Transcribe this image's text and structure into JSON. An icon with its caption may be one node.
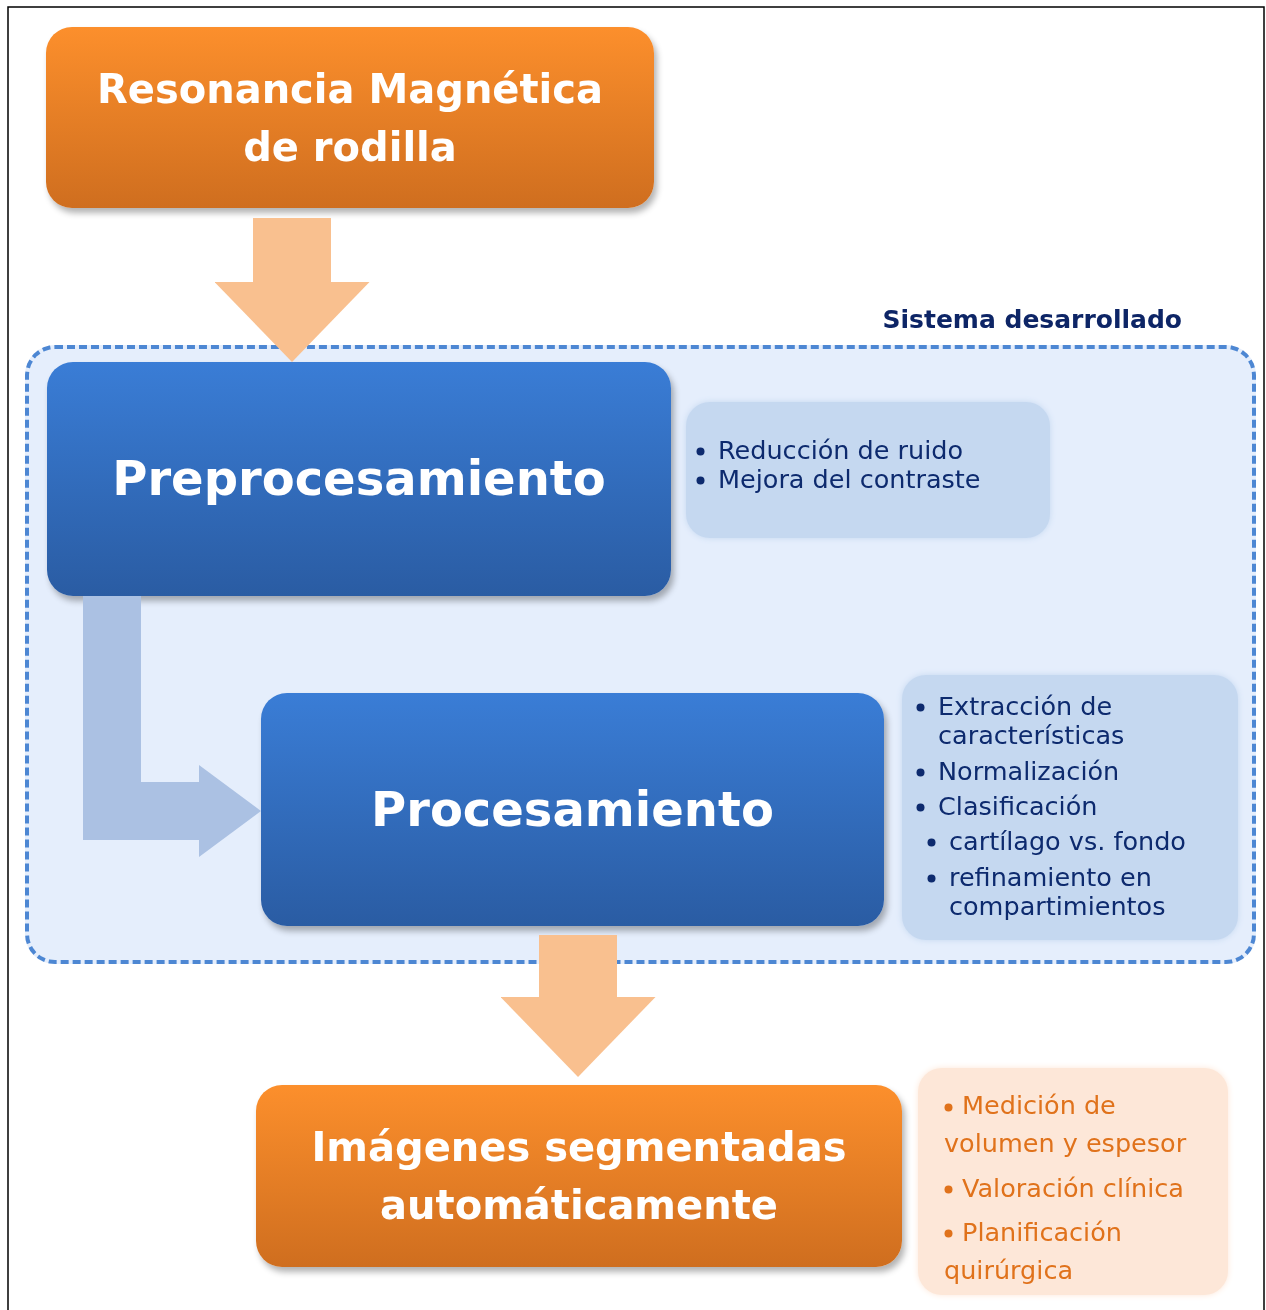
{
  "diagram": {
    "nodes": [
      {
        "text": [
          "Resonancia Magnética de rodilla"
        ]
      },
      {
        "text": [
          "Sistema desarrollado"
        ]
      },
      {
        "text": [
          "Preprocesamiento"
        ],
        "in": 1
      },
      {
        "text": [
          "Reducción de ruido",
          "Mejora del contraste"
        ],
        "in": 1
      },
      {
        "text": [
          "Procesamiento"
        ],
        "in": 1
      },
      {
        "text": [
          "Extracción de características",
          "Normalización",
          "Clasificación",
          "cartílago vs. fondo",
          "refinamiento en compartimientos"
        ],
        "in": 1
      },
      {
        "text": [
          "Imágenes segmentadas automáticamente"
        ]
      },
      {
        "text": [
          "Medición de volumen y espesor",
          "Valoración clínica",
          "Planificación quirúrgica"
        ]
      }
    ],
    "edges": [
      {
        "from": 0,
        "to": 2,
        "arrow": "to"
      },
      {
        "from": 2,
        "to": 4,
        "arrow": "to",
        "color": "#abc1e3"
      },
      {
        "from": 4,
        "to": 6,
        "arrow": "to"
      }
    ]
  }
}
